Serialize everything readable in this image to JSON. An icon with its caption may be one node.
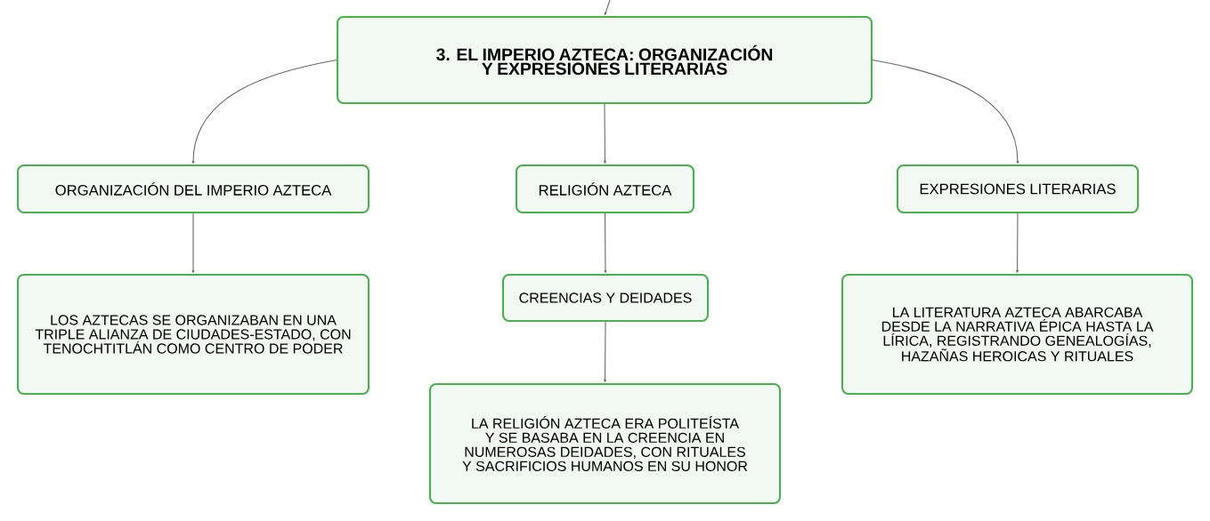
{
  "diagram": {
    "nodes": [
      {
        "text": [
          "3. EL IMPERIO AZTECA: ORGANIZACIÓN Y EXPRESIONES LITERARIAS"
        ]
      },
      {
        "text": [
          "ORGANIZACIÓN DEL IMPERIO AZTECA"
        ]
      },
      {
        "text": [
          "RELIGIÓN AZTECA"
        ]
      },
      {
        "text": [
          "EXPRESIONES LITERARIAS"
        ]
      },
      {
        "text": [
          "LOS AZTECAS SE ORGANIZABAN EN UNA TRIPLE ALIANZA DE CIUDADES-ESTADO, CON TENOCHTITLÁN COMO CENTRO DE PODER"
        ]
      },
      {
        "text": [
          "CREENCIAS Y DEIDADES"
        ]
      },
      {
        "text": [
          "LA RELIGIÓN AZTECA ERA POLITEÍSTA Y SE BASABA EN LA CREENCIA EN NUMEROSAS DEIDADES, CON RITUALES Y SACRIFICIOS HUMANOS EN SU HONOR"
        ]
      },
      {
        "text": [
          "LA LITERATURA AZTECA ABARCABA DESDE LA NARRATIVA ÉPICA HASTA LA LÍRICA, REGISTRANDO GENEALOGÍAS, HAZAÑAS HEROICAS Y RITUALES"
        ]
      }
    ],
    "edges": [
      {
        "from": null,
        "to": 0,
        "arrow": "to"
      },
      {
        "from": 0,
        "to": 1,
        "arrow": "to"
      },
      {
        "from": 0,
        "to": 2,
        "arrow": "to"
      },
      {
        "from": 0,
        "to": 3,
        "arrow": "to"
      },
      {
        "from": 1,
        "to": 4,
        "arrow": "to"
      },
      {
        "from": 2,
        "to": 5,
        "arrow": "to"
      },
      {
        "from": 5,
        "to": 6,
        "arrow": "to"
      },
      {
        "from": 3,
        "to": 7,
        "arrow": "to"
      }
    ]
  }
}
